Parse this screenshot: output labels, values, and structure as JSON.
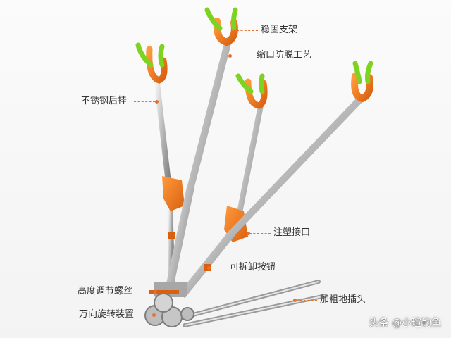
{
  "product": {
    "features": [
      {
        "id": "stable-bracket",
        "text": "稳固支架"
      },
      {
        "id": "anti-slip-neck",
        "text": "缩口防脱工艺"
      },
      {
        "id": "stainless-hook",
        "text": "不锈钢后挂"
      },
      {
        "id": "molded-joint",
        "text": "注塑接口"
      },
      {
        "id": "detach-button",
        "text": "可拆卸按钮"
      },
      {
        "id": "height-screw",
        "text": "高度调节螺丝"
      },
      {
        "id": "swivel-device",
        "text": "万向旋转装置"
      },
      {
        "id": "ground-spike",
        "text": "加粗地插头"
      }
    ]
  },
  "colors": {
    "accent": "#f07a1e",
    "tip_green": "#7ed321",
    "steel_light": "#eeeeee",
    "steel_dark": "#8a8a8a",
    "leader": "#e8712a"
  },
  "watermark": {
    "text": "头条 @小瑄钓鱼"
  }
}
